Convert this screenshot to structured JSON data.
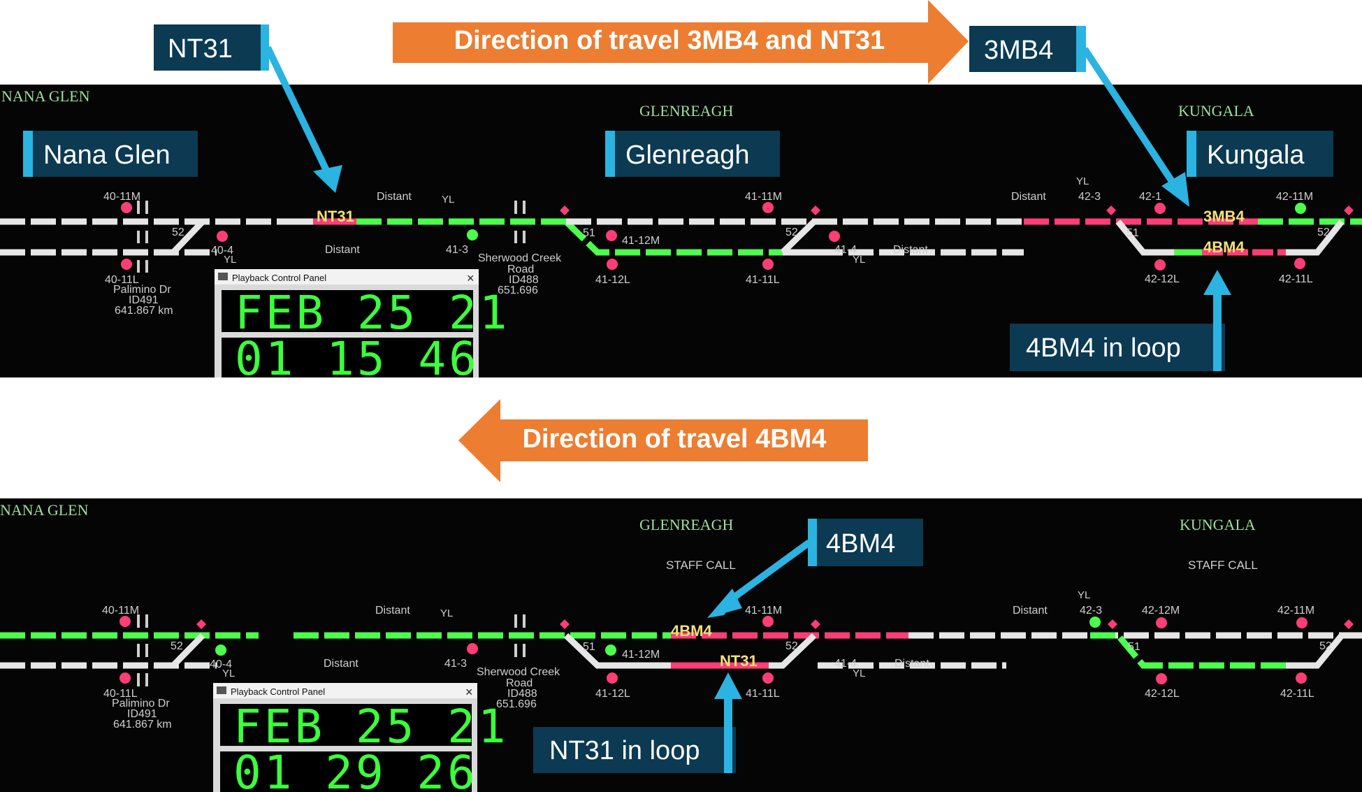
{
  "top_arrow": {
    "label": "Direction of travel 3MB4 and NT31",
    "color": "#ED7D31"
  },
  "bottom_arrow": {
    "label": "Direction of travel 4BM4",
    "color": "#ED7D31"
  },
  "colors": {
    "callout_bg": "#0B3A52",
    "callout_stripe": "#2BB3E1",
    "pointer": "#2BB3E1",
    "board_bg": "#050505",
    "track_green": "#4CFF4C",
    "track_red": "#FF3D77",
    "track_white": "#E6E6E6",
    "station_text": "#9BE29B",
    "label_text": "#CFCFCF",
    "train_label": "#F3E07A",
    "clock_digits": "#3CFF3C"
  },
  "top": {
    "callouts": {
      "nt31": "NT31",
      "mb4": "3MB4",
      "nana": "Nana Glen",
      "glen": "Glenreagh",
      "kung": "Kungala",
      "loop": "4BM4 in loop"
    },
    "stations": {
      "nana": "NANA GLEN",
      "glen": "GLENREAGH",
      "kung": "KUNGALA"
    },
    "trains": {
      "nt31": "NT31",
      "mb4": "3MB4",
      "bm4": "4BM4"
    },
    "labels": {
      "s40_11m": "40-11M",
      "s40_11l": "40-11L",
      "n52a": "52",
      "s40_4": "40-4",
      "yl1": "YL",
      "palimino": "Palimino Dr",
      "id491": "ID491",
      "km491": "641.867 km",
      "distant1": "Distant",
      "distant2": "Distant",
      "yl2": "YL",
      "s41_3": "41-3",
      "sherwood": "Sherwood Creek",
      "road": "Road",
      "id488": "ID488",
      "km488": "651.696",
      "n51a": "51",
      "s41_12m": "41-12M",
      "s41_12l": "41-12L",
      "s41_11m": "41-11M",
      "n52b": "52",
      "s41_11l": "41-11L",
      "s41_4": "41-4",
      "yl3": "YL",
      "distant3": "Distant",
      "distant4": "Distant",
      "yl4": "YL",
      "s42_3": "42-3",
      "s42_1": "42-1",
      "n51b": "51",
      "s42_12l": "42-12L",
      "s42_11m": "42-11M",
      "n52c": "52",
      "s42_11l": "42-11L"
    },
    "panel": {
      "title": "Playback Control Panel",
      "date": "FEB 25 21",
      "time": "01 15 46"
    }
  },
  "bottom": {
    "callouts": {
      "bm4": "4BM4",
      "loop": "NT31 in loop"
    },
    "stations": {
      "nana": "NANA GLEN",
      "glen": "GLENREAGH",
      "kung": "KUNGALA",
      "staff1": "STAFF CALL",
      "staff2": "STAFF CALL"
    },
    "trains": {
      "bm4": "4BM4",
      "nt31": "NT31"
    },
    "labels": {
      "s40_11m": "40-11M",
      "s40_11l": "40-11L",
      "n52a": "52",
      "s40_4": "40-4",
      "yl1": "YL",
      "palimino": "Palimino Dr",
      "id491": "ID491",
      "km491": "641.867 km",
      "distant1": "Distant",
      "distant2": "Distant",
      "yl2": "YL",
      "s41_3": "41-3",
      "sherwood": "Sherwood Creek",
      "road": "Road",
      "id488": "ID488",
      "km488": "651.696",
      "n51a": "51",
      "s41_12m": "41-12M",
      "s41_12l": "41-12L",
      "s41_11m": "41-11M",
      "n52b": "52",
      "s41_11l": "41-11L",
      "s41_4": "41-4",
      "yl3": "YL",
      "distant3": "Distant",
      "distant4": "Distant",
      "yl4": "YL",
      "s42_3": "42-3",
      "s42_12m": "42-12M",
      "n51b": "51",
      "s42_12l": "42-12L",
      "s42_11m": "42-11M",
      "n52c": "52",
      "s42_11l": "42-11L"
    },
    "panel": {
      "title": "Playback Control Panel",
      "date": "FEB 25 21",
      "time": "01 29 26"
    }
  }
}
